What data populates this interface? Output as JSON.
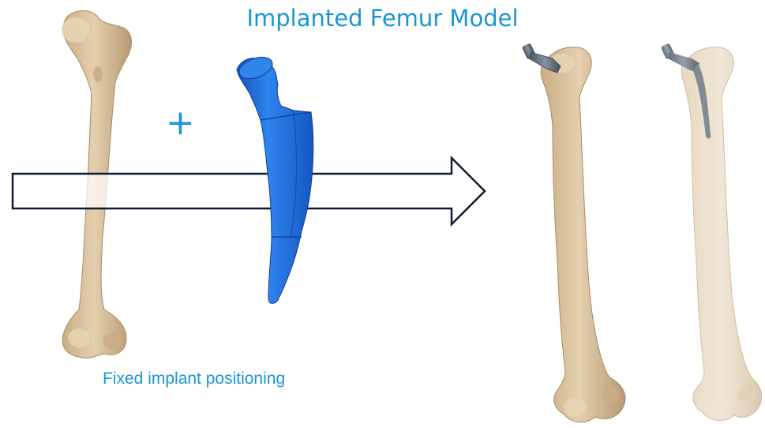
{
  "title": "Implanted Femur Model",
  "plus_sign": "+",
  "caption": "Fixed implant positioning",
  "colors": {
    "text_accent": "#1a96d4",
    "bone": "#dcc3a0",
    "bone_shadow": "#b89a72",
    "implant_blue": "#1f6fe0",
    "implant_blue_dark": "#1450b8",
    "implant_gray": "#5f6b78",
    "arrow_outline": "#0e1a38"
  },
  "icons": [
    "femur-bone",
    "hip-implant-stem",
    "implanted-femur-opaque",
    "implanted-femur-translucent",
    "process-arrow"
  ]
}
